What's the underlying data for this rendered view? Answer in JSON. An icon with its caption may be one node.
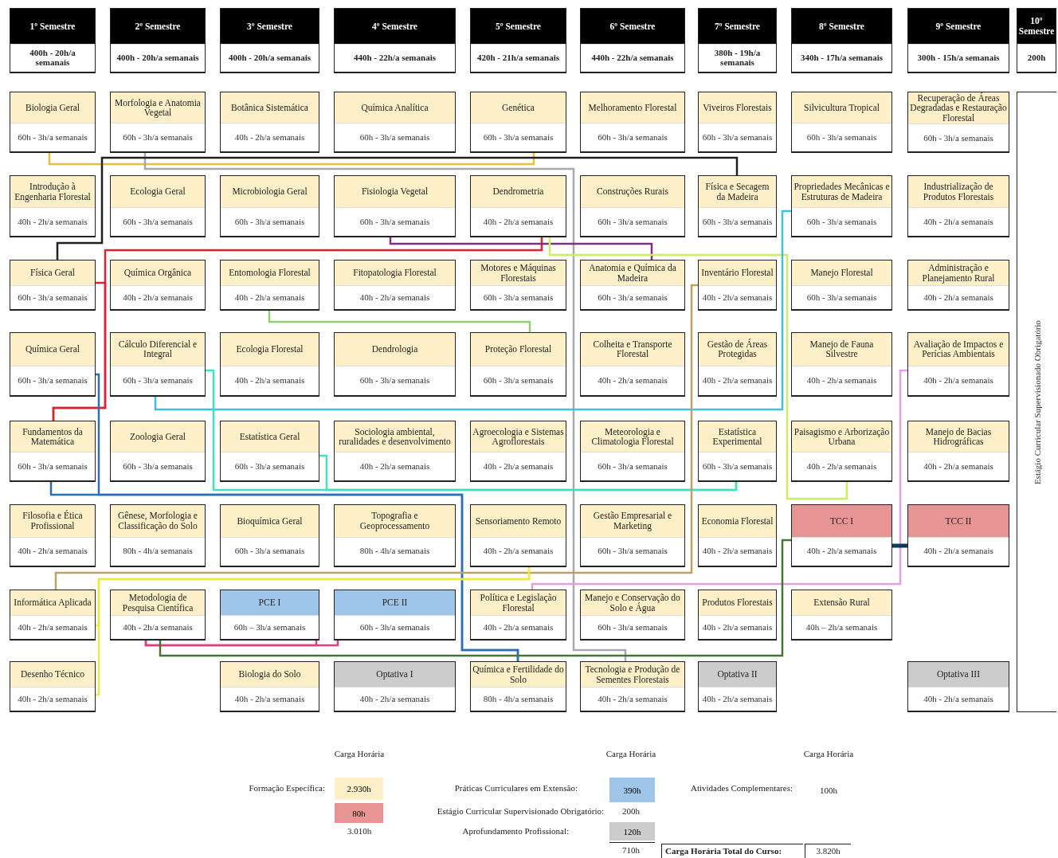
{
  "diagram": {
    "nodes": [
      {
        "text": [
          "1º Semestre",
          "400h - 20h/a semanais"
        ]
      },
      {
        "text": [
          "2º Semestre",
          "400h - 20h/a semanais"
        ]
      },
      {
        "text": [
          "3º Semestre",
          "400h - 20h/a semanais"
        ]
      },
      {
        "text": [
          "4º Semestre",
          "440h - 22h/a semanais"
        ]
      },
      {
        "text": [
          "5º Semestre",
          "420h - 21h/a semanais"
        ]
      },
      {
        "text": [
          "6º Semestre",
          "440h - 22h/a semanais"
        ]
      },
      {
        "text": [
          "7º Semestre",
          "380h - 19h/a semanais"
        ]
      },
      {
        "text": [
          "8º Semestre",
          "340h - 17h/a semanais"
        ]
      },
      {
        "text": [
          "9º Semestre",
          "300h - 15h/a semanais"
        ]
      },
      {
        "text": [
          "10º Semestre",
          "200h"
        ]
      },
      {
        "text": [
          "Estágio Curricular Supervisionado Obrigatório"
        ]
      },
      {
        "text": [
          "Biologia Geral",
          "60h - 3h/a semanais"
        ]
      },
      {
        "text": [
          "Morfologia e Anatomia Vegetal",
          "60h - 3h/a semanais"
        ]
      },
      {
        "text": [
          "Botânica Sistemática",
          "40h - 2h/a semanais"
        ]
      },
      {
        "text": [
          "Química Analítica",
          "60h - 3h/a semanais"
        ]
      },
      {
        "text": [
          "Genética",
          "60h - 3h/a semanais"
        ]
      },
      {
        "text": [
          "Melhoramento Florestal",
          "60h - 3h/a semanais"
        ]
      },
      {
        "text": [
          "Viveiros Florestais",
          "60h - 3h/a semanais"
        ]
      },
      {
        "text": [
          "Silvicultura Tropical",
          "60h - 3h/a semanais"
        ]
      },
      {
        "text": [
          "Recuperação de Áreas Degradadas e Restauração Florestal",
          "60h - 3h/a semanais"
        ]
      },
      {
        "text": [
          "Introdução à Engenharia Florestal",
          "40h - 2h/a semanais"
        ]
      },
      {
        "text": [
          "Ecologia Geral",
          "60h - 3h/a semanais"
        ]
      },
      {
        "text": [
          "Microbiologia Geral",
          "60h - 3h/a semanais"
        ]
      },
      {
        "text": [
          "Fisiologia Vegetal",
          "60h - 3h/a semanais"
        ]
      },
      {
        "text": [
          "Dendrometria",
          "40h - 2h/a semanais"
        ]
      },
      {
        "text": [
          "Construções Rurais",
          "60h - 3h/a semanais"
        ]
      },
      {
        "text": [
          "Física e Secagem da Madeira",
          "60h - 3h/a semanais"
        ]
      },
      {
        "text": [
          "Propriedades Mecânicas e Estruturas de Madeira",
          "60h - 3h/a semanais"
        ]
      },
      {
        "text": [
          "Industrialização de Produtos Florestais",
          "40h - 2h/a semanais"
        ]
      },
      {
        "text": [
          "Física Geral",
          "60h - 3h/a semanais"
        ]
      },
      {
        "text": [
          "Química Orgânica",
          "40h - 2h/a semanais"
        ]
      },
      {
        "text": [
          "Entomologia Florestal",
          "40h - 2h/a semanais"
        ]
      },
      {
        "text": [
          "Fitopatologia Florestal",
          "40h - 2h/a semanais"
        ]
      },
      {
        "text": [
          "Motores e Máquinas Florestais",
          "60h - 3h/a semanais"
        ]
      },
      {
        "text": [
          "Anatomia e Química da Madeira",
          "60h - 3h/a semanais"
        ]
      },
      {
        "text": [
          "Inventário Florestal",
          "40h - 2h/a semanais"
        ]
      },
      {
        "text": [
          "Manejo Florestal",
          "60h - 3h/a semanais"
        ]
      },
      {
        "text": [
          "Administração e Planejamento Rural",
          "40h - 2h/a semanais"
        ]
      },
      {
        "text": [
          "Química Geral",
          "60h - 3h/a semanais"
        ]
      },
      {
        "text": [
          "Cálculo Diferencial e Integral",
          "60h - 3h/a semanais"
        ]
      },
      {
        "text": [
          "Ecologia Florestal",
          "40h - 2h/a semanais"
        ]
      },
      {
        "text": [
          "Dendrologia",
          "60h - 3h/a semanais"
        ]
      },
      {
        "text": [
          "Proteção Florestal",
          "60h - 3h/a semanais"
        ]
      },
      {
        "text": [
          "Colheita e Transporte Florestal",
          "40h - 2h/a semanais"
        ]
      },
      {
        "text": [
          "Gestão de Áreas Protegidas",
          "40h - 2h/a semanais"
        ]
      },
      {
        "text": [
          "Manejo de Fauna Silvestre",
          "40h - 2h/a semanais"
        ]
      },
      {
        "text": [
          "Avaliação de Impactos e Perícias Ambientais",
          "40h - 2h/a semanais"
        ]
      },
      {
        "text": [
          "Fundamentos da Matemática",
          "60h - 3h/a semanais"
        ]
      },
      {
        "text": [
          "Zoologia Geral",
          "60h - 3h/a semanais"
        ]
      },
      {
        "text": [
          "Estatística Geral",
          "60h - 3h/a semanais"
        ]
      },
      {
        "text": [
          "Sociologia ambiental, ruralidades e desenvolvimento",
          "40h - 2h/a semanais"
        ]
      },
      {
        "text": [
          "Agroecologia e Sistemas Agroflorestais",
          "40h - 2h/a semanais"
        ]
      },
      {
        "text": [
          "Meteorologia e Climatologia Florestal",
          "60h - 3h/a semanais"
        ]
      },
      {
        "text": [
          "Estatística Experimental",
          "60h - 3h/a semanais"
        ]
      },
      {
        "text": [
          "Paisagismo e Arborização Urbana",
          "40h - 2h/a semanais"
        ]
      },
      {
        "text": [
          "Manejo de Bacias Hidrográficas",
          "40h - 2h/a semanais"
        ]
      },
      {
        "text": [
          "Filosofia e Ética Profissional",
          "40h - 2h/a semanais"
        ]
      },
      {
        "text": [
          "Gênese, Morfologia e Classificação do Solo",
          "80h - 4h/a semanais"
        ]
      },
      {
        "text": [
          "Bioquímica Geral",
          "60h - 3h/a semanais"
        ]
      },
      {
        "text": [
          "Topografia e Geoprocessamento",
          "80h - 4h/a semanais"
        ]
      },
      {
        "text": [
          "Sensoriamento Remoto",
          "40h - 2h/a semanais"
        ]
      },
      {
        "text": [
          "Gestão Empresarial e Marketing",
          "60h - 3h/a semanais"
        ]
      },
      {
        "text": [
          "Economia Florestal",
          "40h - 2h/a semanais"
        ]
      },
      {
        "text": [
          "TCC I",
          "40h - 2h/a semanais"
        ]
      },
      {
        "text": [
          "TCC II",
          "40h - 2h/a semanais"
        ]
      },
      {
        "text": [
          "Informática Aplicada",
          "40h - 2h/a semanais"
        ]
      },
      {
        "text": [
          "Metodologia de Pesquisa Científica",
          "40h - 2h/a semanais"
        ]
      },
      {
        "text": [
          "PCE I",
          "60h – 3h/a semanais"
        ]
      },
      {
        "text": [
          "PCE II",
          "60h - 3h/a semanais"
        ]
      },
      {
        "text": [
          "Política e Legislação Florestal",
          "40h - 2h/a semanais"
        ]
      },
      {
        "text": [
          "Manejo e Conservação do Solo e Água",
          "60h - 3h/a semanais"
        ]
      },
      {
        "text": [
          "Produtos Florestais",
          "40h - 2h/a semanais"
        ]
      },
      {
        "text": [
          "Extensão Rural",
          "40h – 2h/a semanais"
        ]
      },
      {
        "text": [
          "Desenho Técnico",
          "40h - 2h/a semanais"
        ]
      },
      {
        "text": [
          "Biologia do Solo",
          "40h - 2h/a semanais"
        ]
      },
      {
        "text": [
          "Optativa I",
          "40h - 2h/a semanais"
        ]
      },
      {
        "text": [
          "Química e Fertilidade do Solo",
          "80h - 4h/a semanais"
        ]
      },
      {
        "text": [
          "Tecnologia e Produção de Sementes Florestais",
          "40h - 2h/a semanais"
        ]
      },
      {
        "text": [
          "Optativa II",
          "40h - 2h/a semanais"
        ]
      },
      {
        "text": [
          "Optativa III",
          "40h - 2h/a semanais"
        ]
      }
    ],
    "edges": [
      {
        "from": 11,
        "to": 15,
        "arrow": "none",
        "color": "#e8c040"
      },
      {
        "from": 12,
        "to": 77,
        "arrow": "none",
        "color": "#a8a8b0"
      },
      {
        "from": 29,
        "to": 26,
        "arrow": "none",
        "color": "#202020"
      },
      {
        "from": 47,
        "to": 29,
        "arrow": "none",
        "color": "#e02030"
      },
      {
        "from": 47,
        "to": 24,
        "arrow": "none",
        "color": "#e02030"
      },
      {
        "from": 23,
        "to": 34,
        "arrow": "none",
        "color": "#803080"
      },
      {
        "from": 24,
        "to": 54,
        "arrow": "none",
        "color": "#c8f060"
      },
      {
        "from": 31,
        "to": 42,
        "arrow": "none",
        "color": "#90d070"
      },
      {
        "from": 39,
        "to": 27,
        "arrow": "none",
        "color": "#40c0e0"
      },
      {
        "from": 39,
        "to": 53,
        "arrow": "none",
        "color": "#40e0c0"
      },
      {
        "from": 49,
        "to": 53,
        "arrow": "none",
        "color": "#40e0c0"
      },
      {
        "from": 38,
        "to": 76,
        "arrow": "none",
        "color": "#2870b0"
      },
      {
        "from": 47,
        "to": 76,
        "arrow": "none",
        "color": "#2870b0"
      },
      {
        "from": 65,
        "to": 35,
        "arrow": "none",
        "color": "#c0a060"
      },
      {
        "from": 65,
        "to": 60,
        "arrow": "none",
        "color": "#f0e840"
      },
      {
        "from": 73,
        "to": 60,
        "arrow": "none",
        "color": "#f0e840"
      },
      {
        "from": 69,
        "to": 46,
        "arrow": "none",
        "color": "#e0a0e0"
      },
      {
        "from": 66,
        "to": 67,
        "arrow": "none",
        "color": "#e04080"
      },
      {
        "from": 66,
        "to": 68,
        "arrow": "none",
        "color": "#e04080"
      },
      {
        "from": 66,
        "to": 63,
        "arrow": "none",
        "color": "#407a30"
      },
      {
        "from": 63,
        "to": 64,
        "arrow": "none",
        "style": "thick",
        "color": "#103858"
      }
    ],
    "labels": [
      "Carga Horária",
      "Carga Horária",
      "Carga Horária",
      "Formação Específica:",
      "Práticas Curriculares em Extensão:",
      "Atividades Complementares:",
      "100h",
      "Estágio Curricular Supervisionado Obrigatório:",
      "200h",
      "3.010h",
      "Aprofundamento Profissional:",
      "710h",
      "Carga Horária Total do Curso:",
      "3.820h"
    ],
    "legend": [
      {
        "text": "2.930h",
        "color": "#fdefc8"
      },
      {
        "text": "80h",
        "color": "#e89494"
      },
      {
        "text": "390h",
        "color": "#9fc5e8"
      },
      {
        "text": "120h",
        "color": "#cccccc"
      }
    ]
  }
}
